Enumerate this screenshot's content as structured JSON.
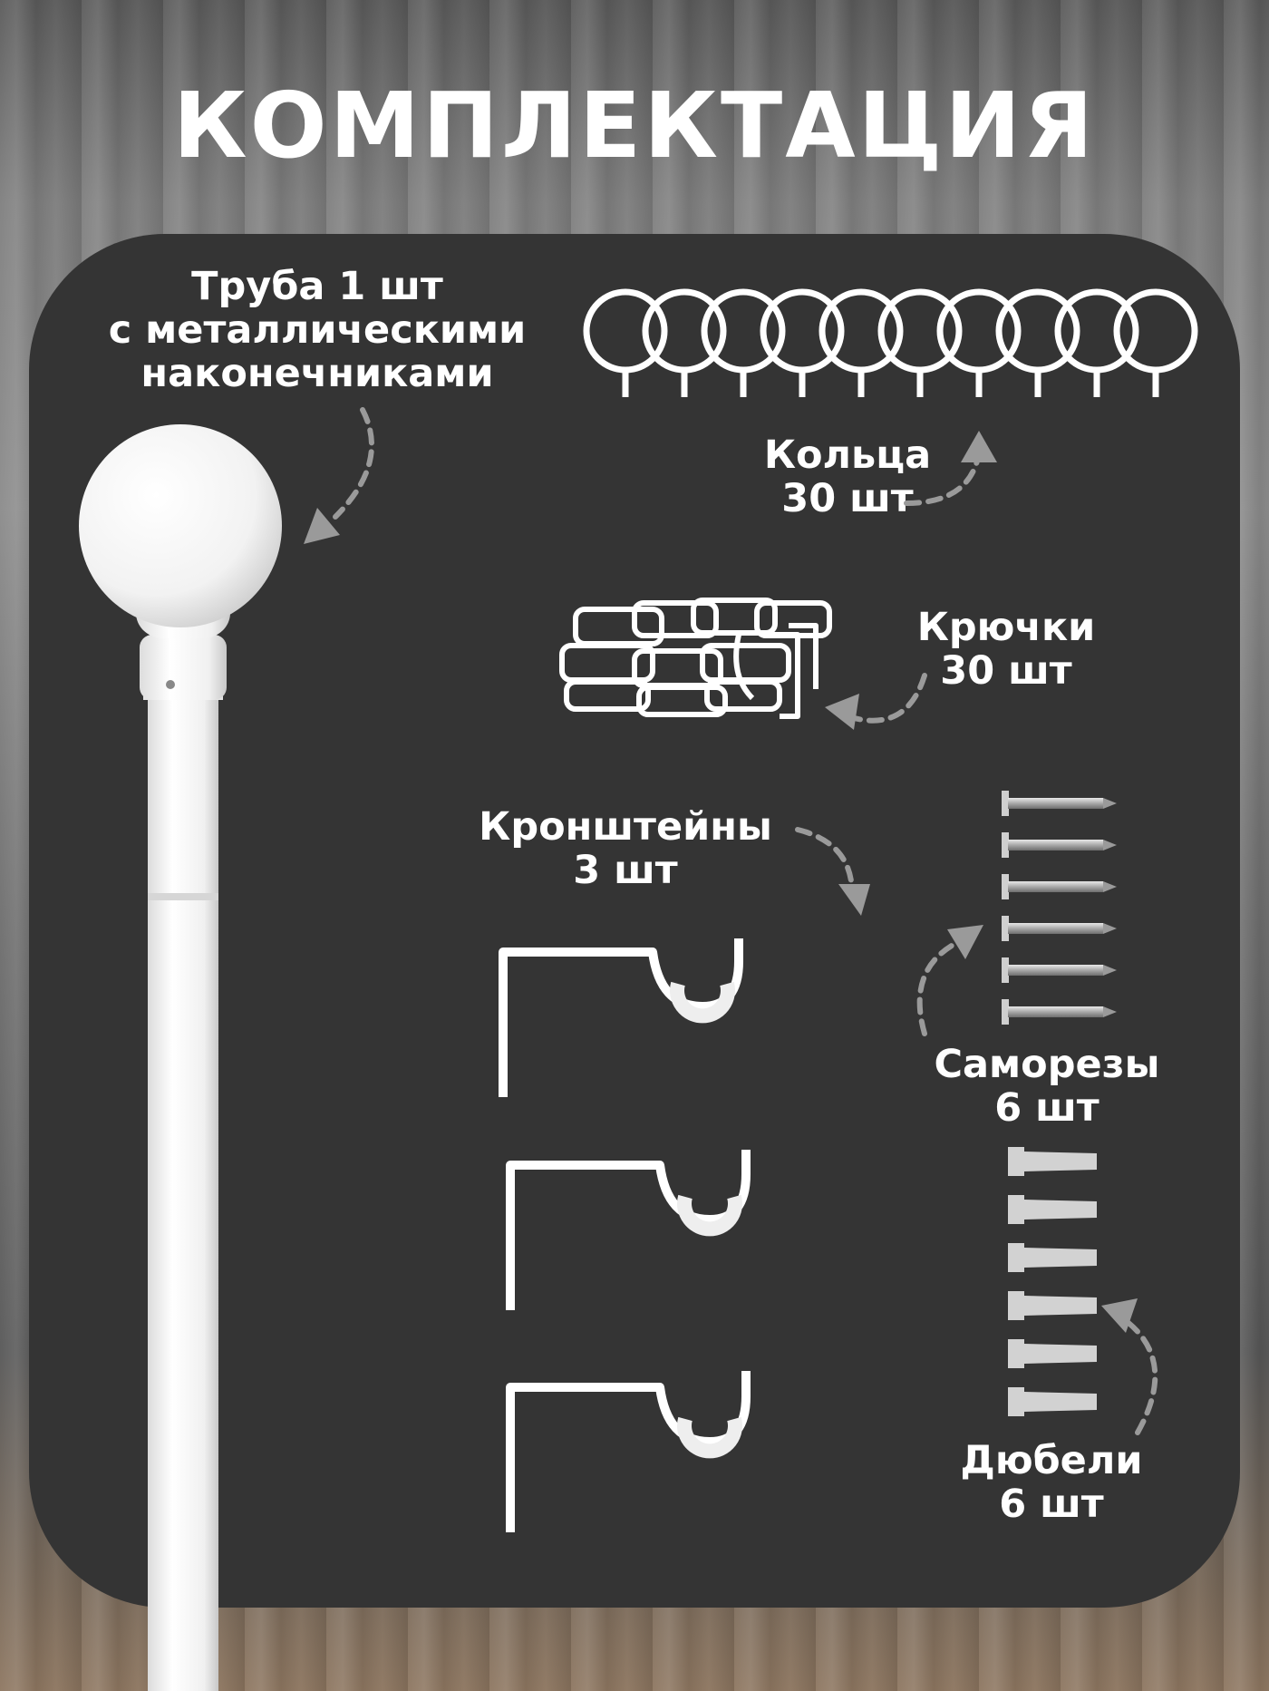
{
  "title": "КОМПЛЕКТАЦИЯ",
  "items": {
    "rod": {
      "line1": "Труба 1 шт",
      "line2": "с металлическими",
      "line3": "наконечниками"
    },
    "rings": {
      "line1": "Кольца",
      "line2": "30 шт"
    },
    "hooks": {
      "line1": "Крючки",
      "line2": "30 шт"
    },
    "brackets": {
      "line1": "Кронштейны",
      "line2": "3 шт"
    },
    "screws": {
      "line1": "Саморезы",
      "line2": "6 шт"
    },
    "dowels": {
      "line1": "Дюбели",
      "line2": "6 шт"
    }
  },
  "colors": {
    "panel": "#343434",
    "text": "#ffffff",
    "arrow": "#9a9a9a",
    "product": "#ffffff"
  }
}
